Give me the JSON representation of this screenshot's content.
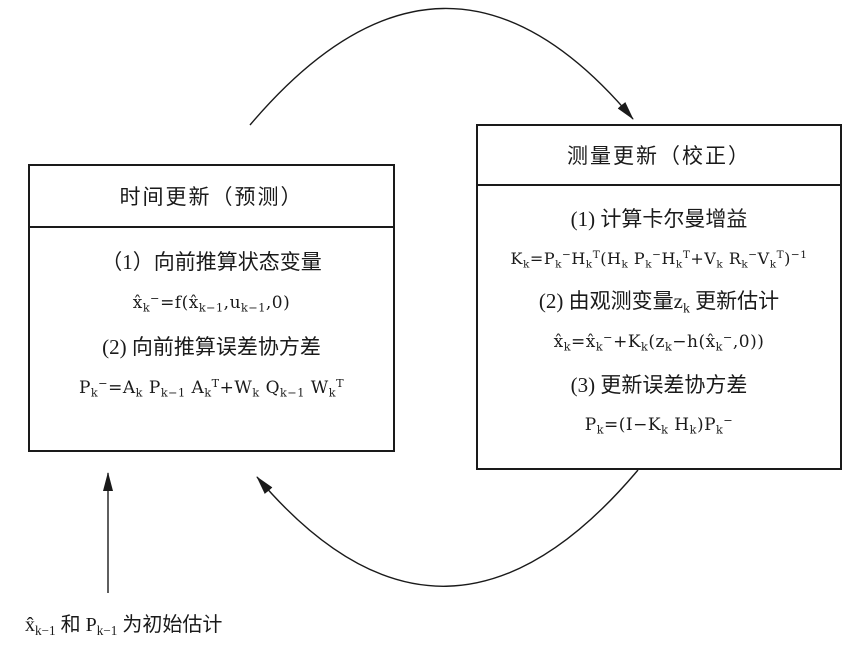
{
  "colors": {
    "ink": "#1a1a1a",
    "background": "#ffffff"
  },
  "left_box": {
    "title": "时间更新（预测）",
    "items": [
      {
        "label": "（1）向前推算状态变量",
        "formula": "x̂_k^−=f(x̂_{k−1},u_{k−1},0)"
      },
      {
        "label": "(2) 向前推算误差协方差",
        "formula": "P_k^−=A_k P_{k−1} A_k^T+W_k Q_{k−1} W_k^T"
      }
    ]
  },
  "right_box": {
    "title": "测量更新（校正）",
    "items": [
      {
        "label": "(1) 计算卡尔曼增益",
        "formula": "K_k=P_k^−H_k^T(H_k P_k^−H_k^T+V_k R_k^−V_k^T)^{−1}"
      },
      {
        "label": "(2) 由观测变量z_k 更新估计",
        "formula": "x̂_k=x̂_k^−+K_k(z_k−h(x̂_k^−,0))"
      },
      {
        "label": "(3) 更新误差协方差",
        "formula": "P_k=(I−K_k H_k)P_k^−"
      }
    ]
  },
  "footnote": "x̂_{k−1} 和 P_{k−1} 为初始估计"
}
